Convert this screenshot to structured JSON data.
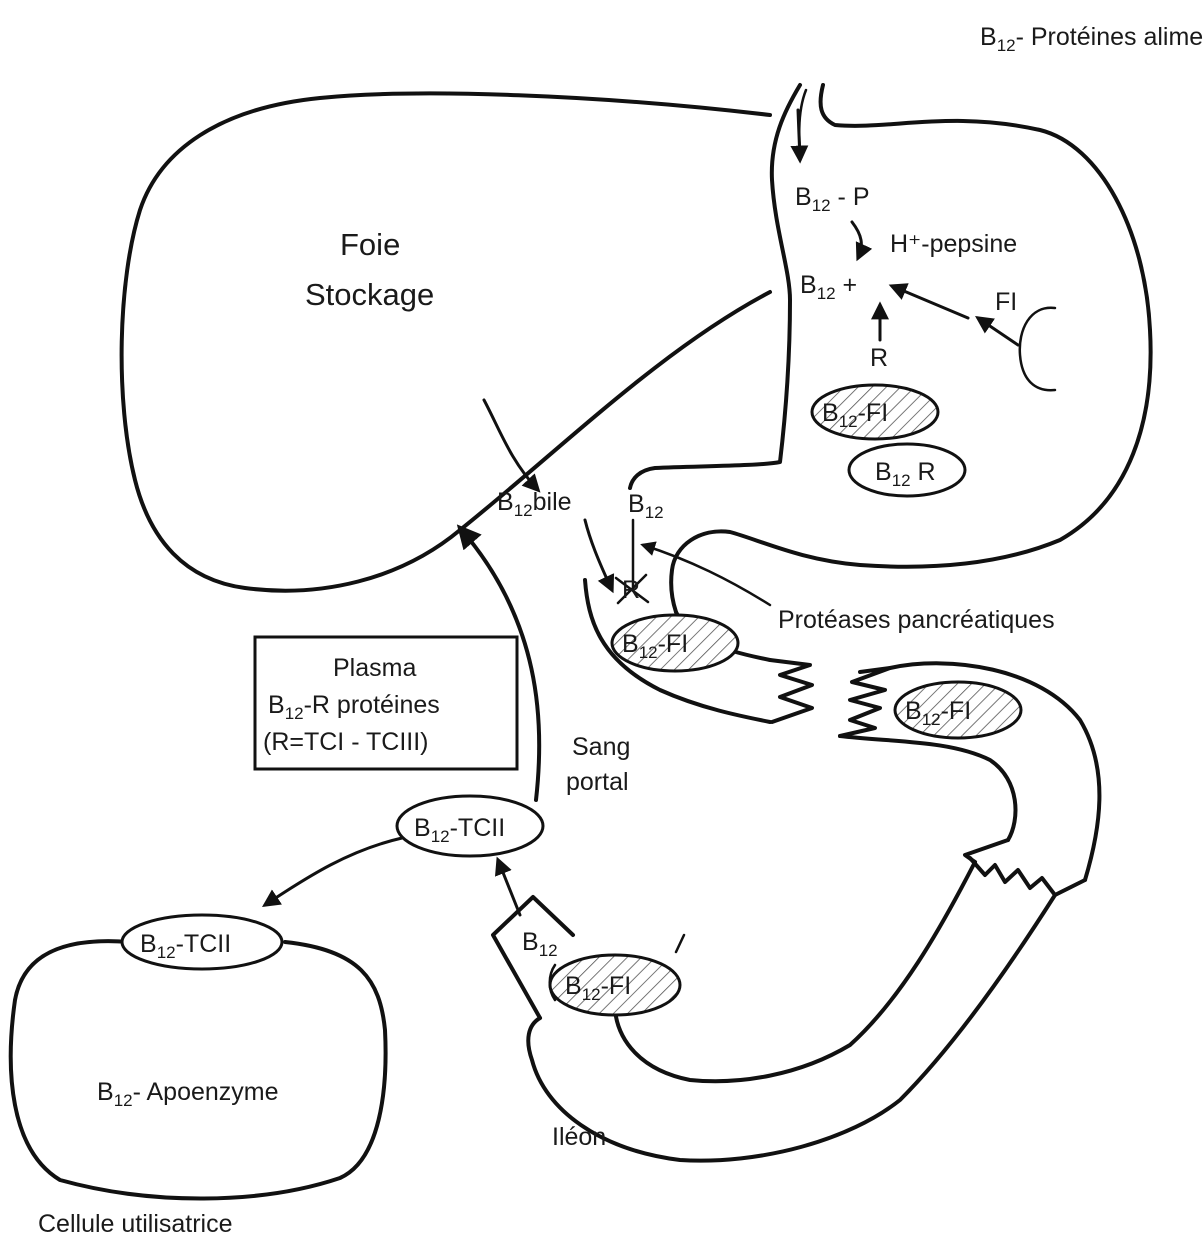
{
  "labels": {
    "b12_proteines": {
      "base": "B",
      "sub": "12",
      "rest": "- Protéines alimentaires"
    },
    "foie_line1": "Foie",
    "foie_line2": "Stockage",
    "b12_p": {
      "base": "B",
      "sub": "12",
      "rest": " - P"
    },
    "h_pepsine": "H⁺-pepsine",
    "b12_free": {
      "base": "B",
      "sub": "12",
      "rest": " +"
    },
    "fi": "FI",
    "r": "R",
    "b12_fi_stomach": {
      "base": "B",
      "sub": "12",
      "rest": "-FI"
    },
    "b12_r": {
      "base": "B",
      "sub": "12",
      "rest": " R"
    },
    "b12_bile": {
      "base": "B",
      "sub": "12",
      "rest": "bile"
    },
    "b12_duod": {
      "base": "B",
      "sub": "12",
      "rest": ""
    },
    "r_cut": "R",
    "proteases": "Protéases pancréatiques",
    "b12_fi_duod": {
      "base": "B",
      "sub": "12",
      "rest": "-FI"
    },
    "b12_fi_jej": {
      "base": "B",
      "sub": "12",
      "rest": "-FI"
    },
    "plasma_line1": "Plasma",
    "plasma_line2": {
      "base": "B",
      "sub": "12",
      "rest": "-R protéines"
    },
    "plasma_line3": "(R=TCI - TCIII)",
    "sang_line1": "Sang",
    "sang_line2": "portal",
    "b12_tc2_blood": {
      "base": "B",
      "sub": "12",
      "rest": "-TCII"
    },
    "b12_tc2_cell": {
      "base": "B",
      "sub": "12",
      "rest": "-TCII"
    },
    "b12_ileum": {
      "base": "B",
      "sub": "12",
      "rest": ""
    },
    "b12_fi_ileum": {
      "base": "B",
      "sub": "12",
      "rest": "-FI"
    },
    "b12_apoenzyme": {
      "base": "B",
      "sub": "12",
      "rest": "- Apoenzyme"
    },
    "ileon": "Iléon",
    "cellule": "Cellule utilisatrice"
  }
}
